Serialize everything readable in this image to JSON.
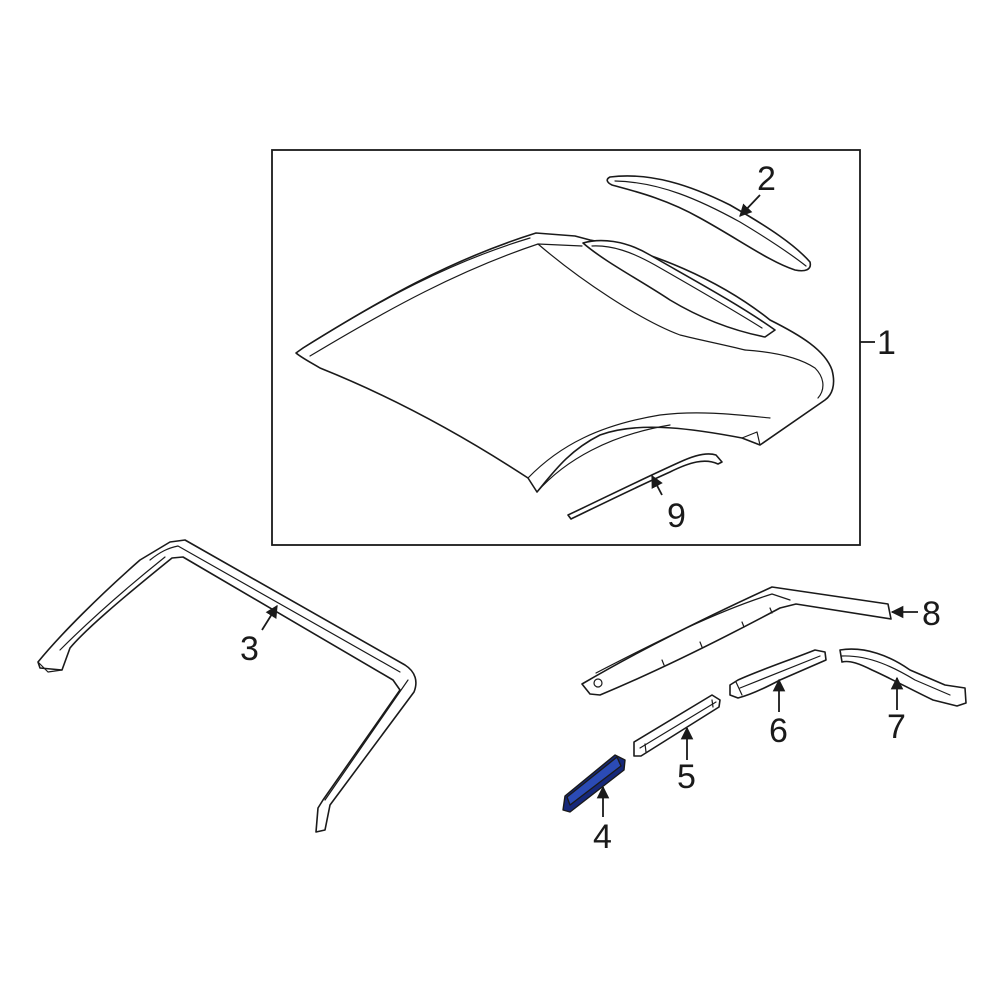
{
  "colors": {
    "line": "#1a1a1a",
    "background": "#ffffff",
    "highlight": "#2b4bb5",
    "highlight_dark": "#16287a"
  },
  "callouts": {
    "c1": "1",
    "c2": "2",
    "c3": "3",
    "c4": "4",
    "c5": "5",
    "c6": "6",
    "c7": "7",
    "c8": "8",
    "c9": "9"
  }
}
